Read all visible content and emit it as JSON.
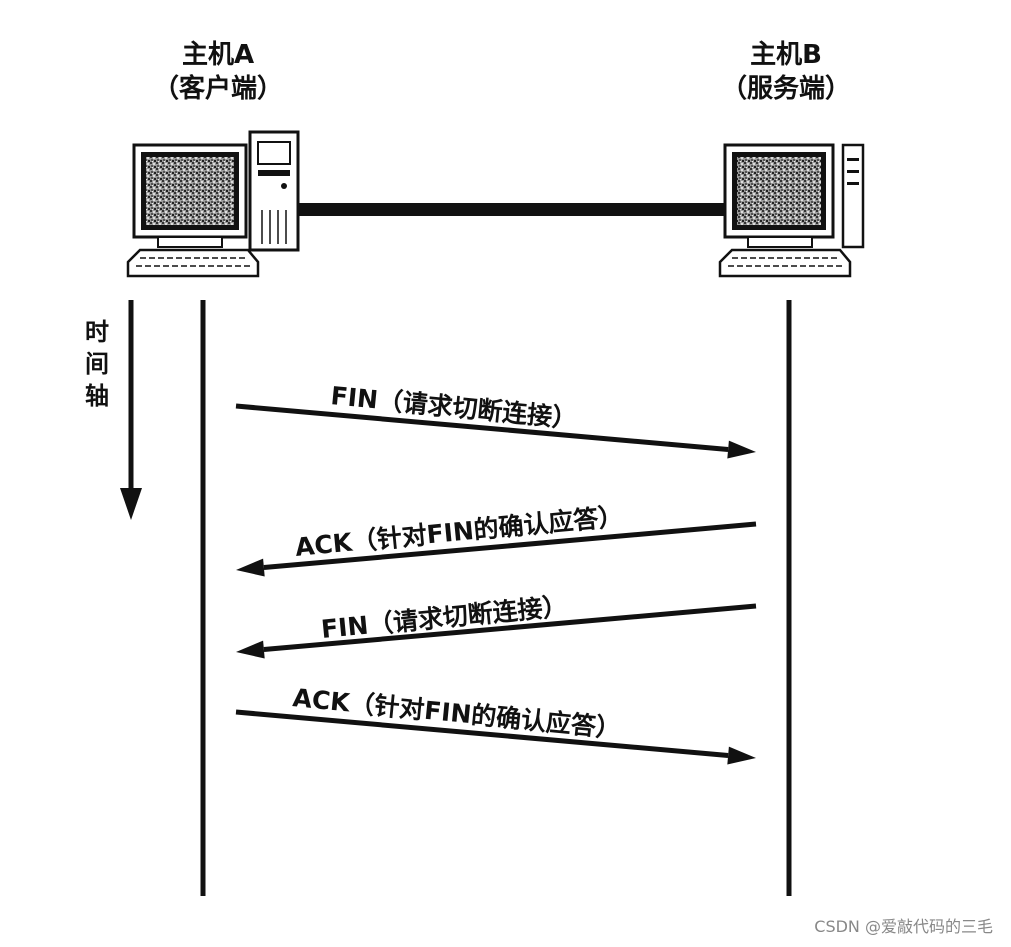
{
  "host_a": {
    "name": "主机A",
    "role": "（客户端）"
  },
  "host_b": {
    "name": "主机B",
    "role": "（服务端）"
  },
  "time_axis_label": "时间轴",
  "messages": [
    {
      "text": "FIN（请求切断连接）",
      "direction": "A-to-B"
    },
    {
      "text": "ACK（针对FIN的确认应答）",
      "direction": "B-to-A"
    },
    {
      "text": "FIN（请求切断连接）",
      "direction": "B-to-A"
    },
    {
      "text": "ACK（针对FIN的确认应答）",
      "direction": "A-to-B"
    }
  ],
  "watermark": "CSDN @爱敲代码的三毛",
  "colors": {
    "ink": "#111111",
    "background": "#ffffff"
  },
  "icons": [
    "desktop-computer-icon",
    "server-computer-icon"
  ]
}
